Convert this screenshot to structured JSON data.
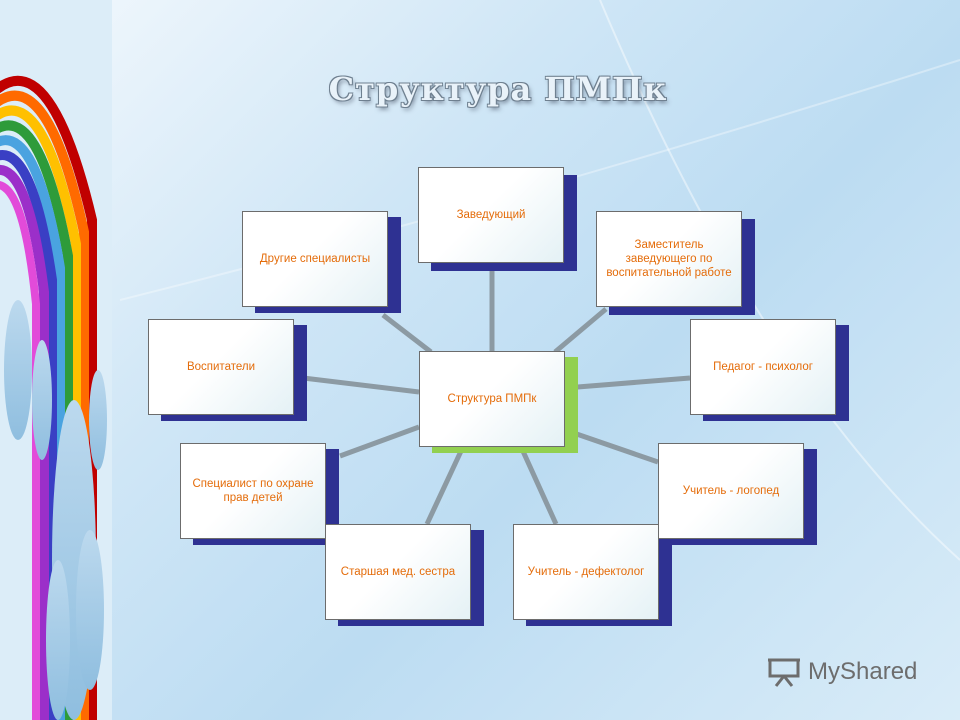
{
  "title": "Структура ПМПк",
  "center": "Структура ПМПк",
  "nodes": {
    "head": "Заведующий",
    "deputy": "Заместитель заведующего по воспитательной работе",
    "psychologist": "Педагог - психолог",
    "speech": "Учитель - логопед",
    "defect": "Учитель - дефектолог",
    "nurse": "Старшая мед. сестра",
    "rights": "Специалист по охране прав детей",
    "educators": "Воспитатели",
    "others": "Другие специалисты"
  },
  "watermark": "MyShared",
  "colors": {
    "node_text": "#e46c0a",
    "node_shadow": "#2e3192",
    "center_shadow": "#92d050",
    "connector": "#8c9aa3"
  }
}
